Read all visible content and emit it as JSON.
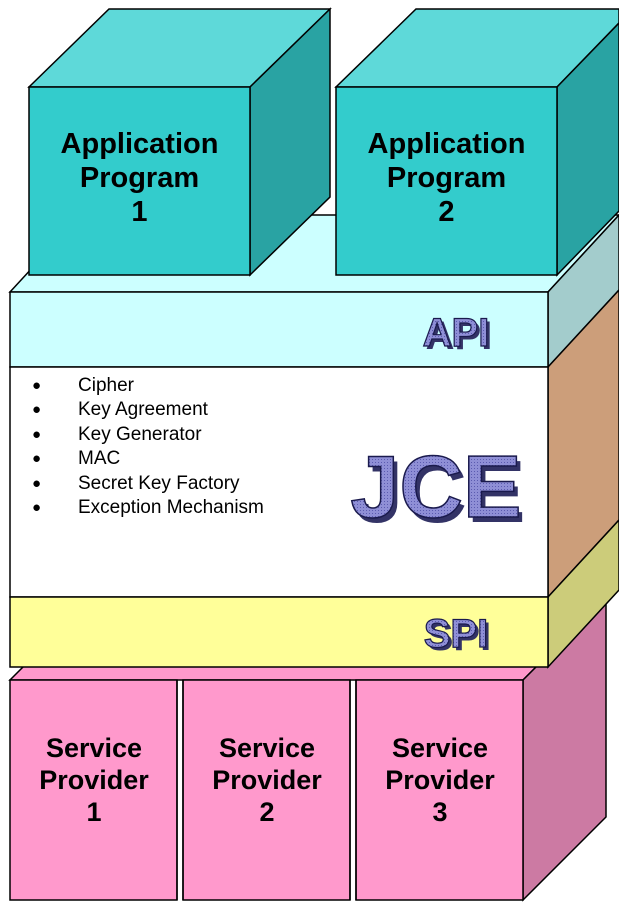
{
  "application_programs": [
    {
      "line1": "Application",
      "line2": "Program",
      "line3": "1"
    },
    {
      "line1": "Application",
      "line2": "Program",
      "line3": "2"
    }
  ],
  "layers": {
    "api_label": "API",
    "jce_label": "JCE",
    "spi_label": "SPI"
  },
  "jce_features": [
    "Cipher",
    "Key Agreement",
    "Key Generator",
    "MAC",
    "Secret Key Factory",
    "Exception Mechanism"
  ],
  "service_providers": [
    {
      "line1": "Service",
      "line2": "Provider",
      "line3": "1"
    },
    {
      "line1": "Service",
      "line2": "Provider",
      "line3": "2"
    },
    {
      "line1": "Service",
      "line2": "Provider",
      "line3": "3"
    }
  ],
  "colors": {
    "app_front": "#33cccc",
    "app_top": "#5ed9d9",
    "app_side": "#29a3a3",
    "api_front": "#ccffff",
    "api_side": "#a3cccc",
    "jce_front": "#ffffff",
    "jce_side": "#cc9e7a",
    "spi_front": "#ffff99",
    "spi_side": "#cccc7a",
    "sp_front": "#ff99cc",
    "sp_side": "#cc7aa3",
    "label_fill": "#8080cc"
  }
}
